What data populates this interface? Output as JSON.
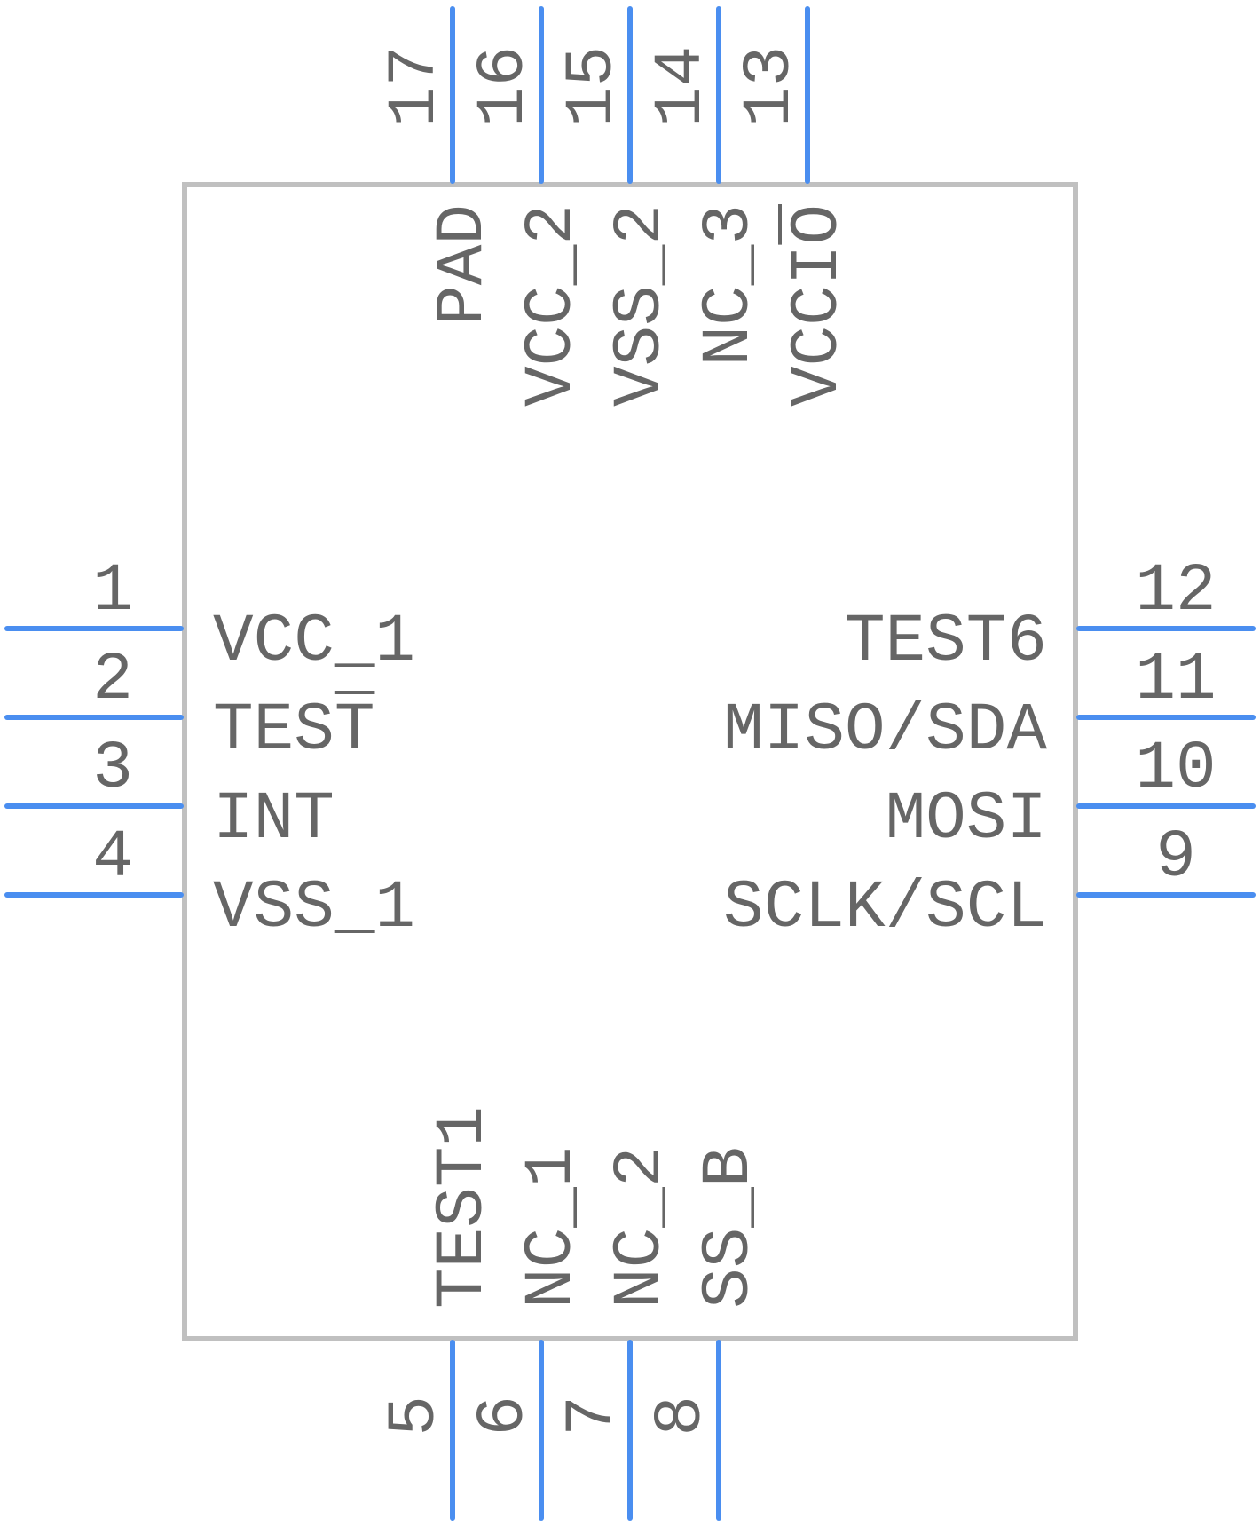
{
  "colors": {
    "pin": "#4a8ef0",
    "body": "#c0c0c0",
    "text": "#666666",
    "background": "#ffffff"
  },
  "pins": {
    "left": [
      {
        "number": "1",
        "label": "VCC_1"
      },
      {
        "number": "2",
        "label": "TEST",
        "overbar": true
      },
      {
        "number": "3",
        "label": "INT"
      },
      {
        "number": "4",
        "label": "VSS_1"
      }
    ],
    "right": [
      {
        "number": "12",
        "label": "TEST6"
      },
      {
        "number": "11",
        "label": "MISO/SDA"
      },
      {
        "number": "10",
        "label": "MOSI"
      },
      {
        "number": "9",
        "label": "SCLK/SCL"
      }
    ],
    "top": [
      {
        "number": "17",
        "label": "PAD"
      },
      {
        "number": "16",
        "label": "VCC_2"
      },
      {
        "number": "15",
        "label": "VSS_2"
      },
      {
        "number": "14",
        "label": "NC_3"
      },
      {
        "number": "13",
        "label": "VCCIO",
        "overbar": true
      }
    ],
    "bottom": [
      {
        "number": "5",
        "label": "TEST1"
      },
      {
        "number": "6",
        "label": "NC_1"
      },
      {
        "number": "7",
        "label": "NC_2"
      },
      {
        "number": "8",
        "label": "SS_B"
      }
    ]
  }
}
